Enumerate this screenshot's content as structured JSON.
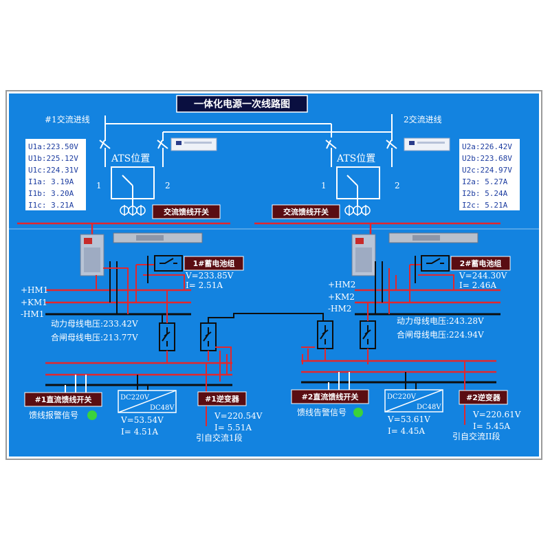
{
  "title": "一体化电源一次线路图",
  "colors": {
    "background": "#1383e0",
    "bus_red": "#e4262c",
    "bus_black": "#0d0d0d",
    "line_white": "#ffffff",
    "badge": "#5a0d12",
    "indicator_green": "#3bd23b"
  },
  "left": {
    "feed_label": "#1交流进线",
    "ats_label": "ATS位置",
    "pos1": "1",
    "pos2": "2",
    "readings": [
      "U1a:223.50V",
      "U1b:225.12V",
      "U1c:224.31V",
      "I1a:  3.19A",
      "I1b:  3.20A",
      "I1c:  3.21A"
    ],
    "ac_feeder_switch": "交流馈线开关",
    "battery_label": "1#蓄电池组",
    "battery_v": "V=233.85V",
    "battery_i": "I=  2.51A",
    "bus_labels": [
      "+HM1",
      "+KM1",
      "-HM1"
    ],
    "power_bus_voltage": "动力母线电压:233.42V",
    "closing_bus_voltage": "合闸母线电压:213.77V",
    "dc_feeder_switch": "#1直流馈线开关",
    "feeder_alarm": "馈线报警信号",
    "dc_top": "DC220V",
    "dc_bottom": "DC48V",
    "dc_v": "V=53.54V",
    "dc_i": "I= 4.51A",
    "inverter_label": "#1逆变器",
    "inverter_v": "V=220.54V",
    "inverter_i": "I=  5.51A",
    "source_label": "引自交流1段"
  },
  "right": {
    "feed_label": "2交流进线",
    "ats_label": "ATS位置",
    "pos1": "1",
    "pos2": "2",
    "readings": [
      "U2a:226.42V",
      "U2b:223.68V",
      "U2c:224.97V",
      "I2a:  5.27A",
      "I2b:  5.24A",
      "I2c:  5.21A"
    ],
    "ac_feeder_switch": "交流馈线开关",
    "battery_label": "2#蓄电池组",
    "battery_v": "V=244.30V",
    "battery_i": "I=  2.46A",
    "bus_labels": [
      "+HM2",
      "+KM2",
      "-HM2"
    ],
    "power_bus_voltage": "动力母线电压:243.28V",
    "closing_bus_voltage": "合闸母线电压:224.94V",
    "dc_feeder_switch": "#2直流馈线开关",
    "feeder_alarm": "馈线告警信号",
    "dc_top": "DC220V",
    "dc_bottom": "DC48V",
    "dc_v": "V=53.61V",
    "dc_i": "I= 4.45A",
    "inverter_label": "#2逆变器",
    "inverter_v": "V=220.61V",
    "inverter_i": "I=  5.45A",
    "source_label": "引自交流II段"
  }
}
